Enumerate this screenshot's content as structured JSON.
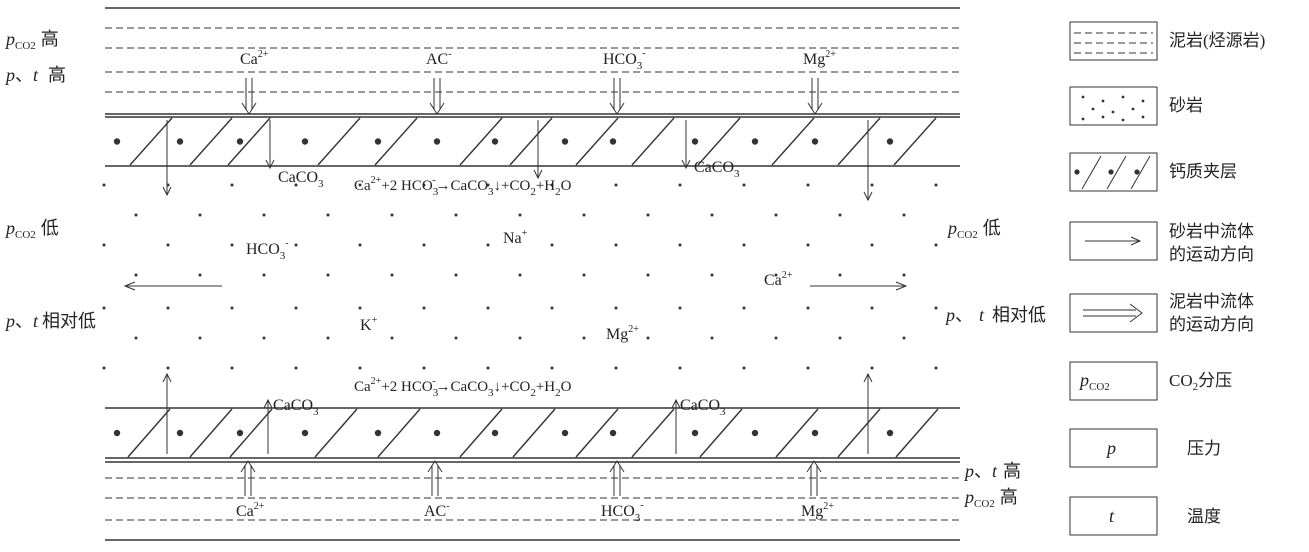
{
  "side_labels": {
    "pco2_high": "高",
    "pt_high": "高",
    "pco2_low": "低",
    "pt_rel_low": "相对低",
    "p": "p",
    "t": "t",
    "sep": "、",
    "pco2_p": "p",
    "pco2_sub": "CO",
    "pco2_sub2": "2"
  },
  "ions_top": [
    {
      "base": "Ca",
      "sup": "2+",
      "sub": ""
    },
    {
      "base": "AC",
      "sup": "-",
      "sub": ""
    },
    {
      "base": "HCO",
      "sup": "-",
      "sub": "3"
    },
    {
      "base": "Mg",
      "sup": "2+",
      "sub": ""
    }
  ],
  "ions_bottom": [
    {
      "base": "Ca",
      "sup": "2+",
      "sub": ""
    },
    {
      "base": "AC",
      "sup": "-",
      "sub": ""
    },
    {
      "base": "HCO",
      "sup": "-",
      "sub": "3"
    },
    {
      "base": "Mg",
      "sup": "2+",
      "sub": ""
    }
  ],
  "caco3": {
    "base": "CaCO",
    "sub": "3"
  },
  "equation": {
    "ca": "Ca",
    "ca_sup": "2+",
    "mid": "+2 HCO",
    "mid_sub": "3",
    "mid_sup": "-",
    "arrow": "→",
    "caco": "CaCO",
    "caco_sub": "3",
    "down": "↓",
    "co": "+CO",
    "co_sub": "2",
    "h": "+H",
    "h_sub": "2",
    "o": "O"
  },
  "sandstone_ions": {
    "hco3": {
      "base": "HCO",
      "sub": "3",
      "sup": "-"
    },
    "na": {
      "base": "Na",
      "sup": "+"
    },
    "k": {
      "base": "K",
      "sup": "+"
    },
    "mg": {
      "base": "Mg",
      "sup": "2+"
    },
    "ca": {
      "base": "Ca",
      "sup": "2+"
    }
  },
  "legend": [
    {
      "key": "mudstone",
      "label": "泥岩(烃源岩)"
    },
    {
      "key": "sandstone",
      "label": "砂岩"
    },
    {
      "key": "calcareous",
      "label": "钙质夹层"
    },
    {
      "key": "sand_flow",
      "label1": "砂岩中流体",
      "label2": "的运动方向"
    },
    {
      "key": "mud_flow",
      "label1": "泥岩中流体",
      "label2": "的运动方向"
    },
    {
      "key": "pco2",
      "label": "CO",
      "label_sub": "2",
      "label_tail": "分压"
    },
    {
      "key": "p",
      "symbol": "p",
      "label": "压力"
    },
    {
      "key": "t",
      "symbol": "t",
      "label": "温度"
    }
  ]
}
